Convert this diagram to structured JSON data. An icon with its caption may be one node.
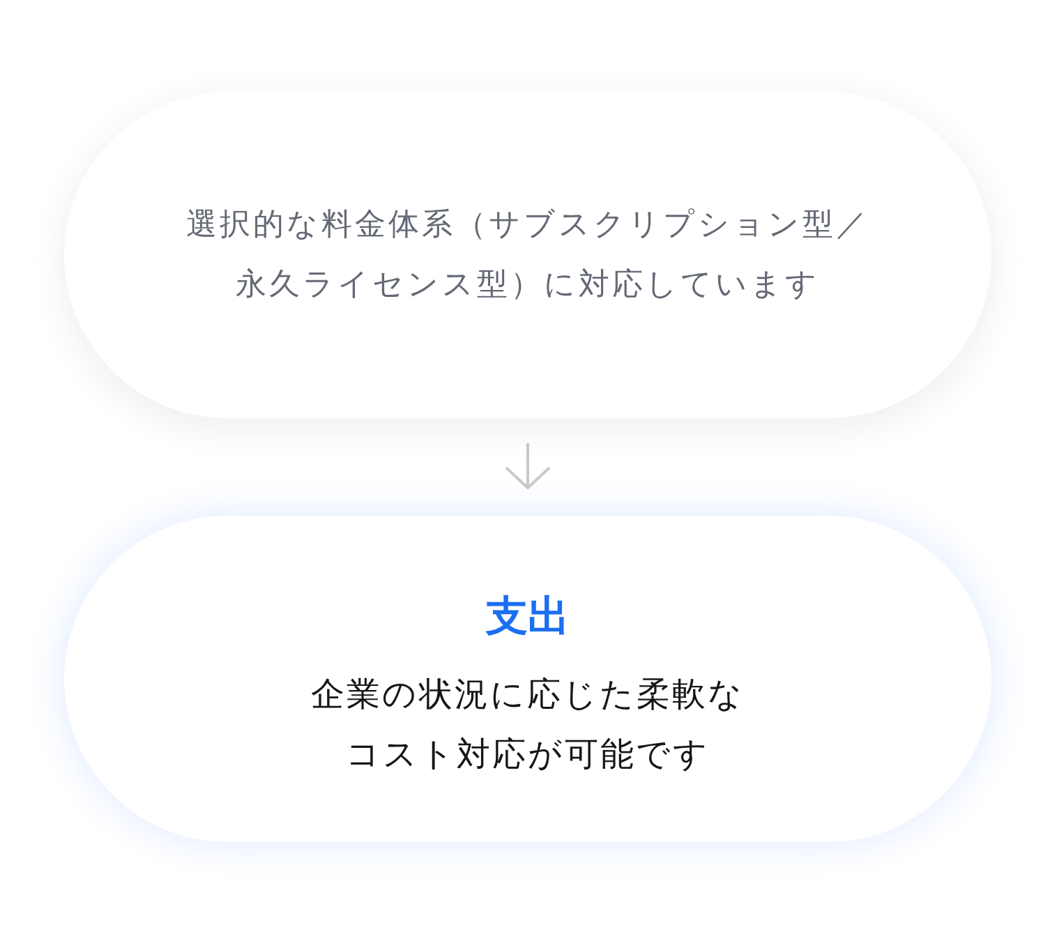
{
  "diagram": {
    "nodes": [
      {
        "text": [
          "選択的な料金体系（サブスクリプション型／永久ライセンス型）に対応しています"
        ]
      },
      {
        "text": [
          "支出",
          "企業の状況に応じた柔軟なコスト対応が可能です"
        ]
      }
    ],
    "edges": [
      {
        "from": 0,
        "to": 1,
        "arrow": "to"
      }
    ]
  }
}
